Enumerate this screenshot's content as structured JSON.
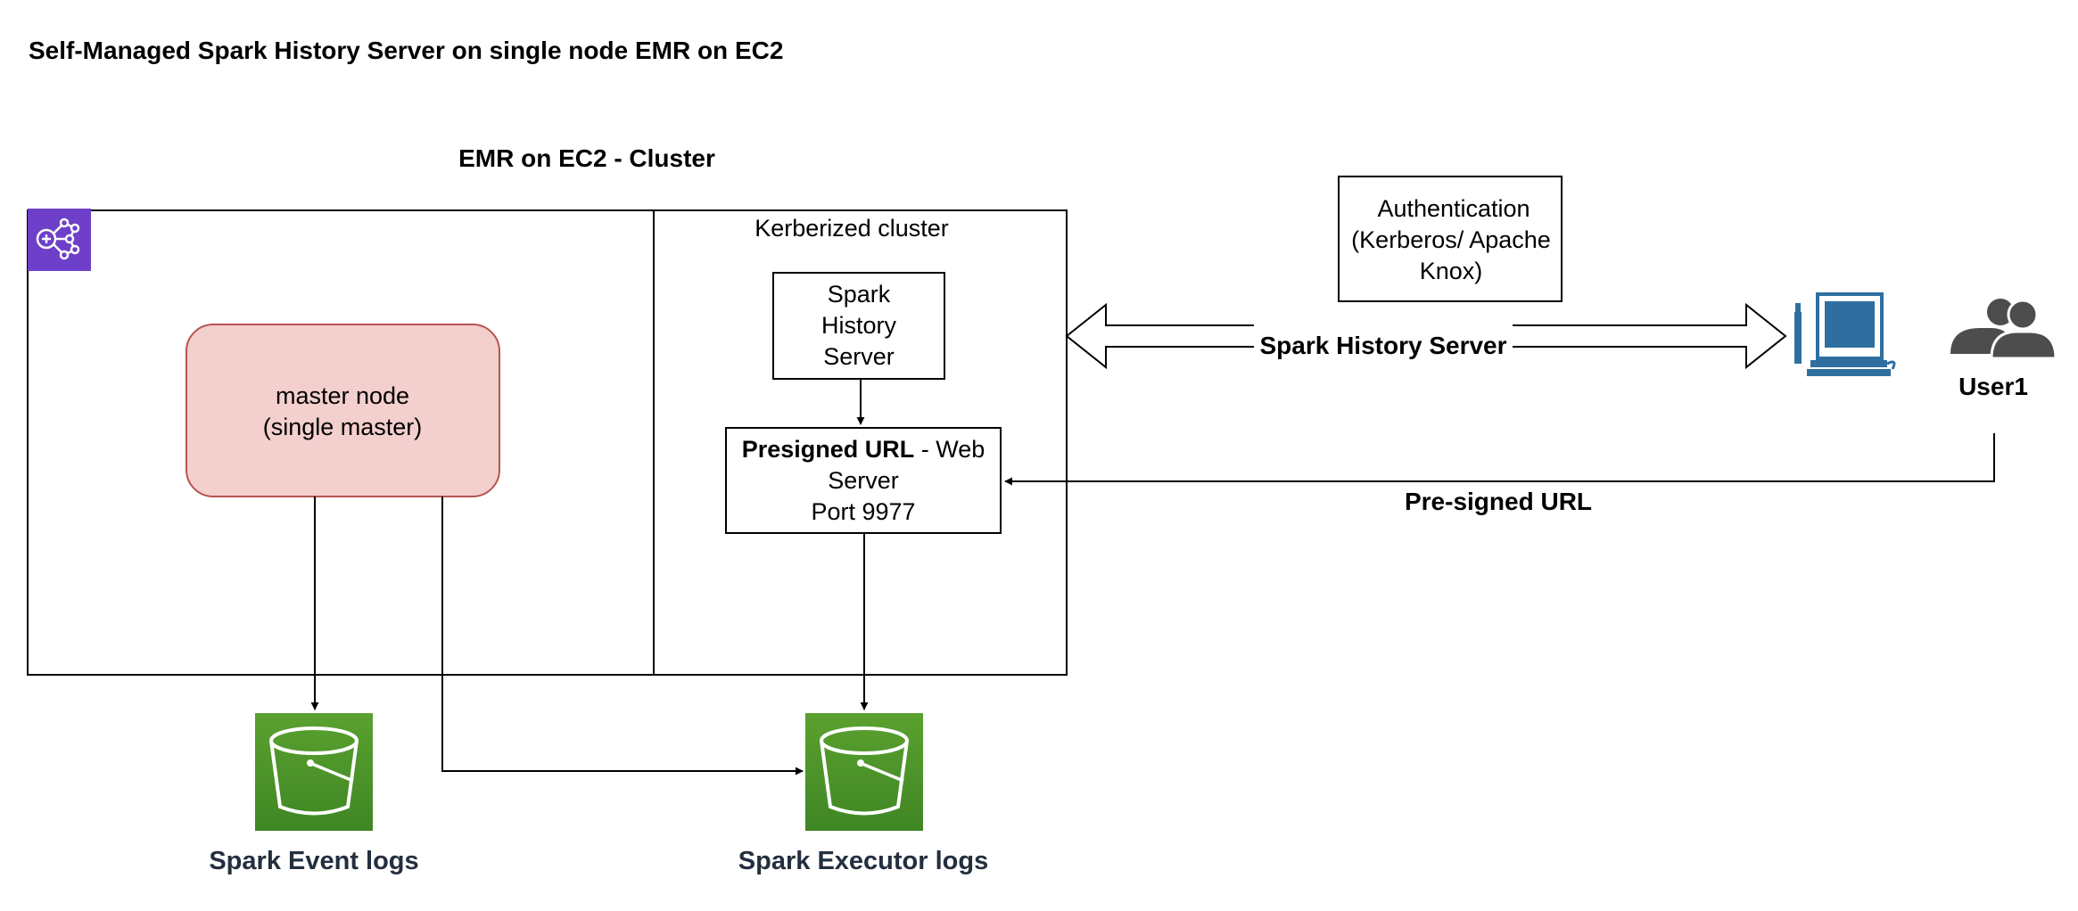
{
  "page_title": "Self-Managed Spark History Server on single node EMR on EC2",
  "cluster": {
    "title": "EMR on EC2 - Cluster",
    "icon": "emr-cluster-icon",
    "icon_color": "#6e3fc8",
    "kerberized_label": "Kerberized cluster"
  },
  "master_node": {
    "line1": "master node",
    "line2": "(single master)",
    "fill": "#f3cfcd",
    "stroke": "#b85450"
  },
  "spark_history_server": {
    "line1": "Spark",
    "line2": "History",
    "line3": "Server"
  },
  "presigned_url_box": {
    "bold_part": "Presigned URL",
    "rest_part": " - Web",
    "line2": "Server",
    "line3": "Port 9977"
  },
  "authentication": {
    "line1": "Authentication",
    "line2": "(Kerberos/ Apache",
    "line3": "Knox)"
  },
  "arrows": {
    "double_arrow_label": "Spark History Server",
    "presigned_label": "Pre-signed URL"
  },
  "workstation": {
    "icon": "desktop-computer-icon",
    "color": "#2e6fa0"
  },
  "user": {
    "icon": "users-icon",
    "label": "User1",
    "color": "#4d4d4d"
  },
  "buckets": {
    "event_logs_label": "Spark Event logs",
    "executor_logs_label": "Spark Executor logs",
    "icon": "s3-bucket-icon",
    "fill": "#3f8624",
    "label_color": "#232f3e"
  }
}
